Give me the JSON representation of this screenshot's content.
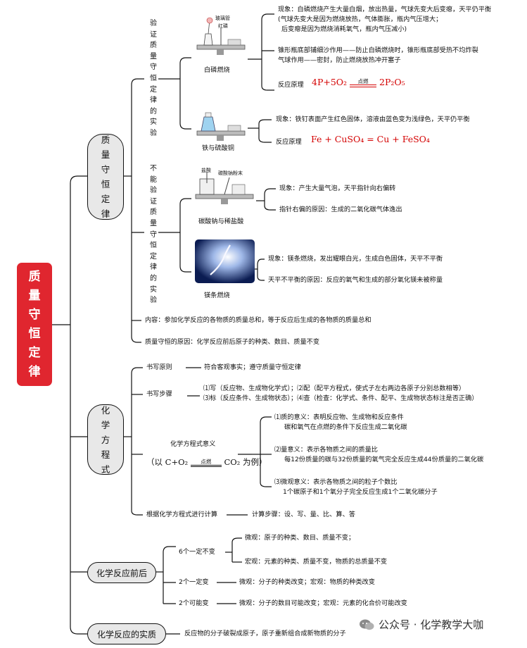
{
  "root": {
    "title": "质量守恒定律"
  },
  "sections": {
    "law": {
      "title": "质量守恒定律"
    },
    "equation": {
      "title": "化学方程式"
    },
    "before_after": {
      "title": "化学反应前后"
    },
    "essence": {
      "title": "化学反应的实质"
    }
  },
  "law": {
    "verify_label": "验证质量守恒定律的实验",
    "not_verify_label": "不能验证质量守恒定律的实验",
    "phosphorus": {
      "name": "白磷燃烧",
      "img_label_1": "玻璃管",
      "img_label_2": "红磷",
      "phenomenon_lines": [
        "现象：白磷燃烧产生大量白烟，放出热量，气球先变大后变瘪，天平仍平衡",
        "(气球先变大是因为燃烧放热，气体膨胀，瓶内气压增大；",
        "后变瘪是因为燃烧消耗氧气，瓶内气压减小)"
      ],
      "function_lines": [
        "锥形瓶底部铺细沙作用——防止白磷燃烧时，锥形瓶底部受热不均炸裂",
        "气球作用——密封，防止燃烧放热冲开塞子"
      ],
      "principle_label": "反应原理",
      "eq_left": "4P+5O₂",
      "eq_cond": "点燃",
      "eq_right": "2P₂O₅"
    },
    "iron": {
      "name": "铁与硫酸铜",
      "phenomenon": "现象：铁钉表面产生红色固体，溶液由蓝色变为浅绿色，天平仍平衡",
      "principle_label": "反应原理",
      "equation": "Fe + CuSO₄ = Cu + FeSO₄"
    },
    "carbonate": {
      "name": "碳酸钠与稀盐酸",
      "img_label_1": "盐酸",
      "img_label_2": "碳酸钠粉末",
      "phenomenon": "现象：产生大量气泡，天平指针向右偏转",
      "reason": "指针右偏的原因：生成的二氧化碳气体逸出"
    },
    "magnesium": {
      "name": "镁条燃烧",
      "phenomenon": "现象：镁条燃烧，发出耀眼白光，生成白色固体，天平不平衡",
      "reason": "天平不平衡的原因：反应的氧气和生成的部分氧化镁未被称量"
    },
    "content": "内容：参加化学反应的各物质的质量总和，等于反应后生成的各物质的质量总和",
    "reason": "质量守恒的原因：化学反应前后原子的种类、数目、质量不变"
  },
  "equation": {
    "principle_label": "书写原则",
    "principle": "符合客观事实；遵守质量守恒定律",
    "steps_label": "书写步骤",
    "steps_lines": [
      "⑴写（反应物、生成物化学式）；⑵配（配平方程式，使式子左右两边各原子分别总数相等）",
      "⑶标（反应条件、生成物状态）；⑷查（检查：化学式、条件、配平、生成物状态标注是否正确）"
    ],
    "meaning_label": "化学方程式意义",
    "example_prefix": "（以 C+O₂",
    "example_cond": "点燃",
    "example_suffix": "CO₂ 为例）",
    "meanings": [
      {
        "line1": "⑴质的意义：表明反应物、生成物和反应条件",
        "line2": "碳和氧气在点燃的条件下反应生成二氧化碳"
      },
      {
        "line1": "⑵量意义：表示各物质之间的质量比",
        "line2": "每12份质量的碳与32份质量的氧气完全反应生成44份质量的二氧化碳"
      },
      {
        "line1": "⑶微观意义：表示各物质之间的粒子个数比",
        "line2": "1个碳原子和1个氧分子完全反应生成1个二氧化碳分子"
      }
    ],
    "calc_label": "根据化学方程式进行计算",
    "calc_steps": "计算步骤：设、写、量、比、算、答"
  },
  "before_after": {
    "six_label": "6个一定不变",
    "six_micro": "微观：原子的种类、数目、质量不变；",
    "six_macro": "宏观：元素的种类、质量不变，物质的总质量不变",
    "two_change_label": "2个一定变",
    "two_change": "微观：分子的种类改变；宏观：物质的种类改变",
    "two_maybe_label": "2个可能变",
    "two_maybe": "微观：分子的数目可能改变；宏观：元素的化合价可能改变"
  },
  "essence": {
    "text": "反应物的分子破裂成原子，原子重新组合成新物质的分子"
  },
  "watermark": {
    "text": "公众号 · 化学教学大咖"
  },
  "colors": {
    "root_bg": "#e0262f",
    "pill_bg": "#e8e8e8",
    "equation_red": "#d40000"
  }
}
